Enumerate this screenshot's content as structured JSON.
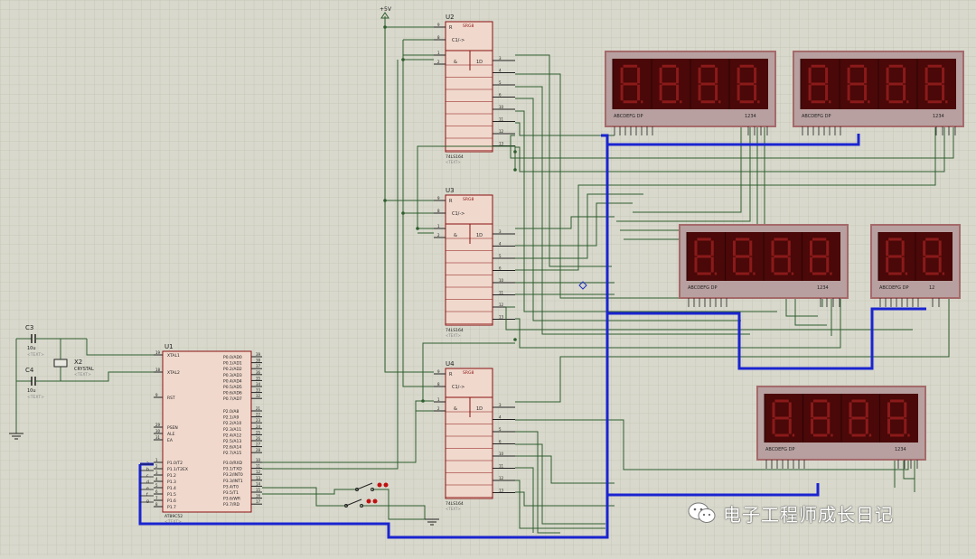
{
  "title_hint": "",
  "colors": {
    "background": "#d8d8cc",
    "grid": "#c4c4b4",
    "wire": "#2e5e2e",
    "bus": "#1a24d0",
    "component_body": "#f0d8cc",
    "component_edge": "#8a1010",
    "display_frame": "#a56a6a",
    "display_bg": "#4a0808",
    "segment": "#8a1a1a"
  },
  "power": {
    "label": "+5V"
  },
  "capacitors": [
    {
      "ref": "C3",
      "value": "10u",
      "text": "<TEXT>"
    },
    {
      "ref": "C4",
      "value": "10u",
      "text": "<TEXT>"
    }
  ],
  "crystal": {
    "ref": "X2",
    "label": "CRYSTAL",
    "text": "<TEXT>"
  },
  "mcu": {
    "ref": "U1",
    "part": "AT89C52",
    "text": "<TEXT>",
    "left_pins": [
      {
        "num": "19",
        "name": "XTAL1"
      },
      {
        "num": "18",
        "name": "XTAL2"
      },
      {
        "num": "9",
        "name": "RST"
      },
      {
        "num": "29",
        "name": "PSEN"
      },
      {
        "num": "30",
        "name": "ALE"
      },
      {
        "num": "31",
        "name": "EA"
      },
      {
        "num": "1",
        "name": "P1.0/T2"
      },
      {
        "num": "2",
        "name": "P1.1/T2EX"
      },
      {
        "num": "3",
        "name": "P1.2"
      },
      {
        "num": "4",
        "name": "P1.3"
      },
      {
        "num": "5",
        "name": "P1.4"
      },
      {
        "num": "6",
        "name": "P1.5"
      },
      {
        "num": "7",
        "name": "P1.6"
      },
      {
        "num": "8",
        "name": "P1.7"
      }
    ],
    "right_pins": [
      {
        "num": "39",
        "name": "P0.0/AD0"
      },
      {
        "num": "38",
        "name": "P0.1/AD1"
      },
      {
        "num": "37",
        "name": "P0.2/AD2"
      },
      {
        "num": "36",
        "name": "P0.3/AD3"
      },
      {
        "num": "35",
        "name": "P0.4/AD4"
      },
      {
        "num": "34",
        "name": "P0.5/AD5"
      },
      {
        "num": "33",
        "name": "P0.6/AD6"
      },
      {
        "num": "32",
        "name": "P0.7/AD7"
      },
      {
        "num": "21",
        "name": "P2.0/A8"
      },
      {
        "num": "22",
        "name": "P2.1/A9"
      },
      {
        "num": "23",
        "name": "P2.2/A10"
      },
      {
        "num": "24",
        "name": "P2.3/A11"
      },
      {
        "num": "25",
        "name": "P2.4/A12"
      },
      {
        "num": "26",
        "name": "P2.5/A13"
      },
      {
        "num": "27",
        "name": "P2.6/A14"
      },
      {
        "num": "28",
        "name": "P2.7/A15"
      },
      {
        "num": "10",
        "name": "P3.0/RXD"
      },
      {
        "num": "11",
        "name": "P3.1/TXD"
      },
      {
        "num": "12",
        "name": "P3.2/INT0"
      },
      {
        "num": "13",
        "name": "P3.3/INT1"
      },
      {
        "num": "14",
        "name": "P3.4/T0"
      },
      {
        "num": "15",
        "name": "P3.5/T1"
      },
      {
        "num": "16",
        "name": "P3.6/WR"
      },
      {
        "num": "17",
        "name": "P3.7/RD"
      }
    ],
    "bus_labels": [
      "a",
      "b",
      "c",
      "d",
      "e",
      "f",
      "g"
    ]
  },
  "shift_registers": [
    {
      "ref": "U2",
      "part": "74LS164",
      "text": "<TEXT>",
      "srg": "SRG8"
    },
    {
      "ref": "U3",
      "part": "74LS164",
      "text": "<TEXT>",
      "srg": "SRG8"
    },
    {
      "ref": "U4",
      "part": "74LS164",
      "text": "<TEXT>",
      "srg": "SRG8"
    }
  ],
  "sr_labels": {
    "r": "R",
    "clk": "C1/->",
    "and": "&",
    "d": "1D"
  },
  "sr_left_pins": [
    "9",
    "8",
    "1",
    "2"
  ],
  "sr_right_pins": [
    "3",
    "4",
    "5",
    "6",
    "10",
    "11",
    "12",
    "13"
  ],
  "displays": [
    {
      "digits": 4,
      "seg_label": "ABCDEFG  DP",
      "com_label": "1234"
    },
    {
      "digits": 4,
      "seg_label": "ABCDEFG  DP",
      "com_label": "1234"
    },
    {
      "digits": 4,
      "seg_label": "ABCDEFG  DP",
      "com_label": "1234"
    },
    {
      "digits": 2,
      "seg_label": "ABCDEFG  DP",
      "com_label": "12"
    },
    {
      "digits": 4,
      "seg_label": "ABCDEFG  DP",
      "com_label": "1234"
    }
  ],
  "watermark": {
    "text": "电子工程师成长日记",
    "icon": "wechat-icon"
  }
}
